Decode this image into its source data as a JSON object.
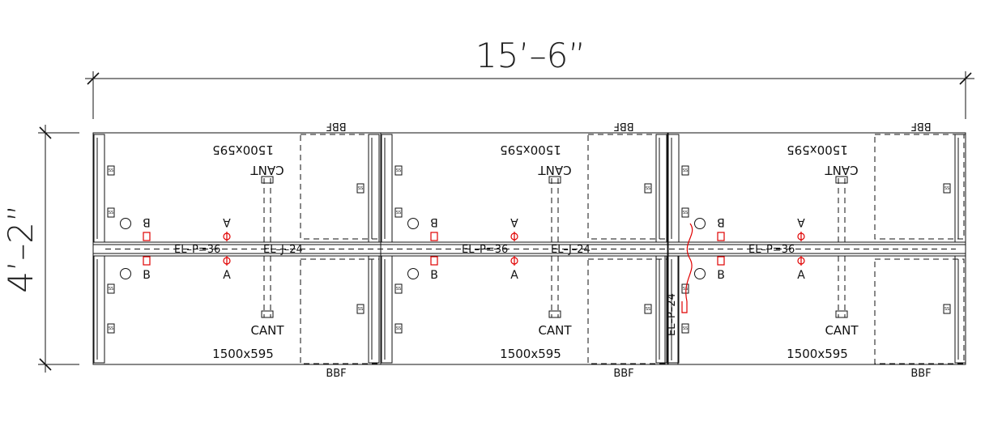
{
  "dimensions": {
    "width_label": "15’–6”",
    "depth_label": "4’–2”"
  },
  "modules": [
    {
      "top_size": "1500x595",
      "bottom_size": "1500x595",
      "top_cant": "CANT",
      "bottom_cant": "CANT",
      "top_storage": "BBF",
      "bottom_storage": "BBF",
      "spine_labels": [
        "EL–P=36",
        "EL–J–24"
      ]
    },
    {
      "top_size": "1500x595",
      "bottom_size": "1500x595",
      "top_cant": "CANT",
      "bottom_cant": "CANT",
      "top_storage": "BBF",
      "bottom_storage": "BBF",
      "spine_labels": [
        "EL–P=36",
        "EL–J–24"
      ]
    },
    {
      "top_size": "1500x595",
      "bottom_size": "1500x595",
      "top_cant": "CANT",
      "bottom_cant": "CANT",
      "top_storage": "BBF",
      "bottom_storage": "BBF",
      "spine_labels": [
        "EL–P=36"
      ]
    }
  ],
  "markers": {
    "a": "A",
    "b": "B"
  },
  "vertical_spine_label": "EL–P–24",
  "panel_tag": "SS",
  "colors": {
    "line": "#111111",
    "electrical": "#e00000"
  }
}
